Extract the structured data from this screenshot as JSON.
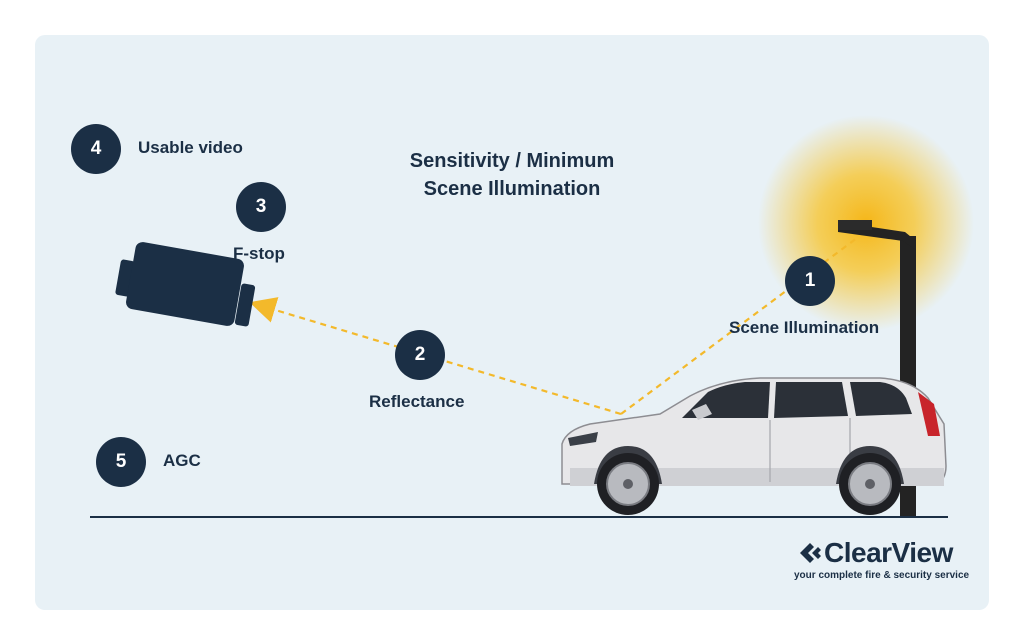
{
  "title": {
    "line1": "Sensitivity / Minimum",
    "line2": "Scene Illumination"
  },
  "steps": [
    {
      "number": "1",
      "label": "Scene Illumination"
    },
    {
      "number": "2",
      "label": "Reflectance"
    },
    {
      "number": "3",
      "label": "F-stop"
    },
    {
      "number": "4",
      "label": "Usable video"
    },
    {
      "number": "5",
      "label": "AGC"
    }
  ],
  "logo": {
    "name": "ClearView",
    "tagline": "your complete fire & security service"
  },
  "colors": {
    "background": "#e8f1f6",
    "navy": "#1b2f45",
    "light_glow": "#f7c531",
    "path_arrow": "#f3b92b",
    "car_body": "#e7e7e9",
    "pole": "#232323"
  }
}
